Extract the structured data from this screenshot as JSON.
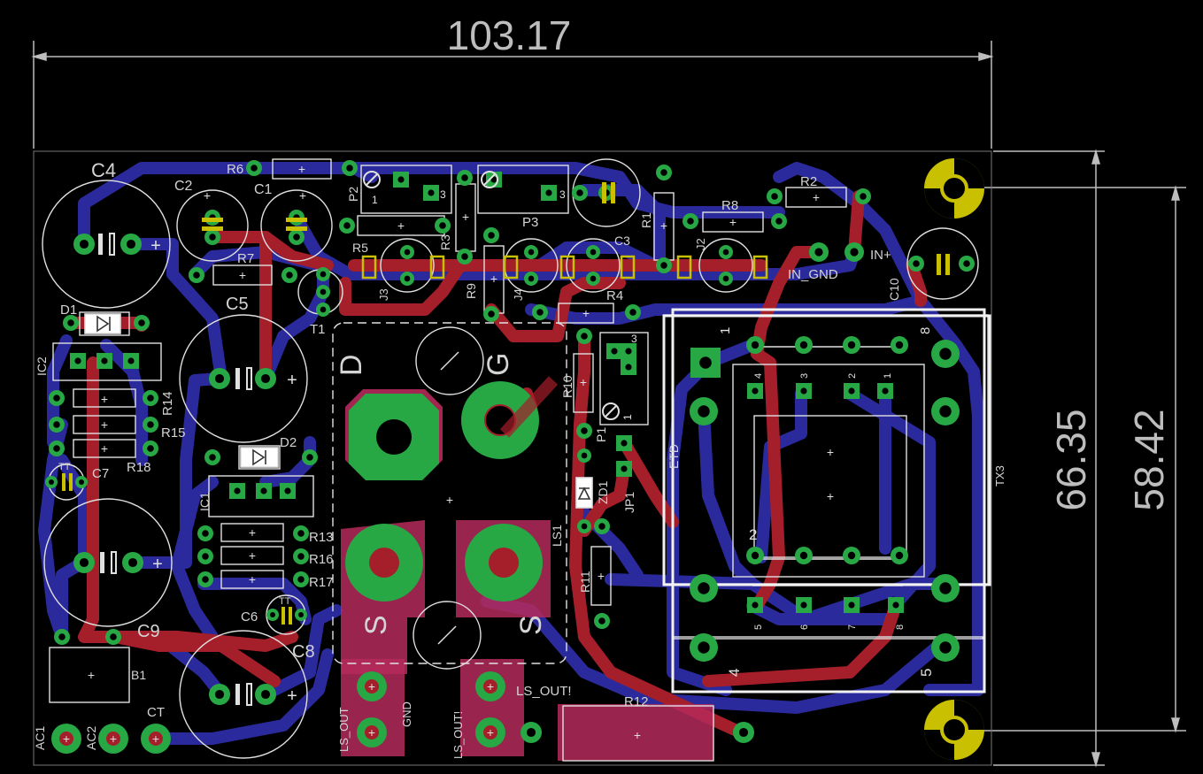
{
  "colors": {
    "background": "#000000",
    "top_copper": "#a51f2a",
    "bottom_copper": "#2a2a9c",
    "pad": "#27a845",
    "silkscreen": "#d4d4d4",
    "dimension": "#bdbdbd",
    "mount_hole": "#c8c000"
  },
  "dimensions": {
    "width": "103.17",
    "height_outer": "66.35",
    "height_inner": "58.42"
  },
  "labels": [
    {
      "id": "C4",
      "text": "C4"
    },
    {
      "id": "C2",
      "text": "C2"
    },
    {
      "id": "C1",
      "text": "C1"
    },
    {
      "id": "R6",
      "text": "R6"
    },
    {
      "id": "P2",
      "text": "P2"
    },
    {
      "id": "P3",
      "text": "P3"
    },
    {
      "id": "R5",
      "text": "R5"
    },
    {
      "id": "R3",
      "text": "R3"
    },
    {
      "id": "J3",
      "text": "J3"
    },
    {
      "id": "R9",
      "text": "R9"
    },
    {
      "id": "J4",
      "text": "J4"
    },
    {
      "id": "C3",
      "text": "C3"
    },
    {
      "id": "R4",
      "text": "R4"
    },
    {
      "id": "R1",
      "text": "R1"
    },
    {
      "id": "R8",
      "text": "R8"
    },
    {
      "id": "R2",
      "text": "R2"
    },
    {
      "id": "J2",
      "text": "J2"
    },
    {
      "id": "IN_GND",
      "text": "IN_GND"
    },
    {
      "id": "IN+",
      "text": "IN+"
    },
    {
      "id": "C10",
      "text": "C10"
    },
    {
      "id": "R7",
      "text": "R7"
    },
    {
      "id": "C5",
      "text": "C5"
    },
    {
      "id": "T1",
      "text": "T1"
    },
    {
      "id": "D1",
      "text": "D1"
    },
    {
      "id": "IC2",
      "text": "IC2"
    },
    {
      "id": "R14",
      "text": "R14"
    },
    {
      "id": "R15",
      "text": "R15"
    },
    {
      "id": "R18",
      "text": "R18"
    },
    {
      "id": "C7",
      "text": "C7"
    },
    {
      "id": "TT1",
      "text": "TT"
    },
    {
      "id": "D2",
      "text": "D2"
    },
    {
      "id": "IC1",
      "text": "IC1"
    },
    {
      "id": "R13",
      "text": "R13"
    },
    {
      "id": "R16",
      "text": "R16"
    },
    {
      "id": "R17",
      "text": "R17"
    },
    {
      "id": "C6",
      "text": "C6"
    },
    {
      "id": "TT2",
      "text": "TT"
    },
    {
      "id": "C9",
      "text": "C9"
    },
    {
      "id": "C8",
      "text": "C8"
    },
    {
      "id": "B1",
      "text": "B1"
    },
    {
      "id": "AC1",
      "text": "AC1"
    },
    {
      "id": "AC2",
      "text": "AC2"
    },
    {
      "id": "CT",
      "text": "CT"
    },
    {
      "id": "D",
      "text": "D"
    },
    {
      "id": "G",
      "text": "G"
    },
    {
      "id": "S1",
      "text": "S"
    },
    {
      "id": "S2",
      "text": "S"
    },
    {
      "id": "LS_OUT",
      "text": "LS_OUT"
    },
    {
      "id": "GND",
      "text": "GND"
    },
    {
      "id": "LS_OUT_B",
      "text": "LS_OUT!"
    },
    {
      "id": "LS_OUT_C",
      "text": "LS_OUT!"
    },
    {
      "id": "R10",
      "text": "R10"
    },
    {
      "id": "P1",
      "text": "P1"
    },
    {
      "id": "JP1",
      "text": "JP1"
    },
    {
      "id": "ZD1",
      "text": "ZD1"
    },
    {
      "id": "LS1",
      "text": "LS1"
    },
    {
      "id": "R11",
      "text": "R11"
    },
    {
      "id": "R12",
      "text": "R12"
    },
    {
      "id": "TX3",
      "text": "TX3"
    },
    {
      "id": "ETD",
      "text": "ETD"
    }
  ],
  "pin_numbers": {
    "p1": "1",
    "p8": "8",
    "p4": "4",
    "p5": "5",
    "i1": "1",
    "i2": "2",
    "i3": "3",
    "i4": "4",
    "i5": "5",
    "i6": "6",
    "i7": "7",
    "i8": "8",
    "c2": "2",
    "pot3a": "3",
    "pot1a": "1",
    "pot3b": "3",
    "pot3c": "3",
    "pot1c": "1"
  }
}
